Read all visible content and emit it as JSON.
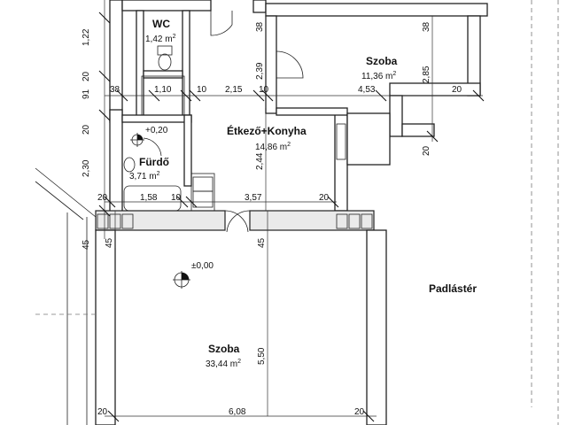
{
  "rooms": {
    "wc": {
      "name": "WC",
      "area": "1,42 m",
      "unit_sup": "2"
    },
    "szoba_top": {
      "name": "Szoba",
      "area": "11,36 m",
      "unit_sup": "2"
    },
    "konyha": {
      "name": "Étkező+Konyha",
      "area": "14,86 m",
      "unit_sup": "2"
    },
    "furdo": {
      "name": "Fürdő",
      "area": "3,71 m",
      "unit_sup": "2"
    },
    "szoba_main": {
      "name": "Szoba",
      "area": "33,44 m",
      "unit_sup": "2"
    },
    "padlaster": {
      "name": "Padlástér"
    }
  },
  "levels": {
    "furdo": "+0,20",
    "main": "±0,00"
  },
  "dimensions": {
    "row1": [
      "38",
      "1,10",
      "10",
      "2,15",
      "10",
      "4,53",
      "20"
    ],
    "row2": [
      "20",
      "1,58",
      "10",
      "3,57",
      "20"
    ],
    "bottom": [
      "20",
      "6,08",
      "20"
    ],
    "left_col": [
      "1,22",
      "20",
      "91",
      "20",
      "2,30",
      "45"
    ],
    "v_wc": "38",
    "v_corr": "2,39",
    "v_room_r": "38",
    "v_room_r2": "2,85",
    "v_room_r3": "20",
    "v_kitchen": "2,44",
    "v_main_left": "45",
    "v_main_mid": "45",
    "v_main_h": "5,50"
  },
  "icons": [
    "level-marker-icon",
    "toilet-icon",
    "sink-icon",
    "bathtub-icon",
    "door-swing-icon",
    "chimney-icon"
  ]
}
